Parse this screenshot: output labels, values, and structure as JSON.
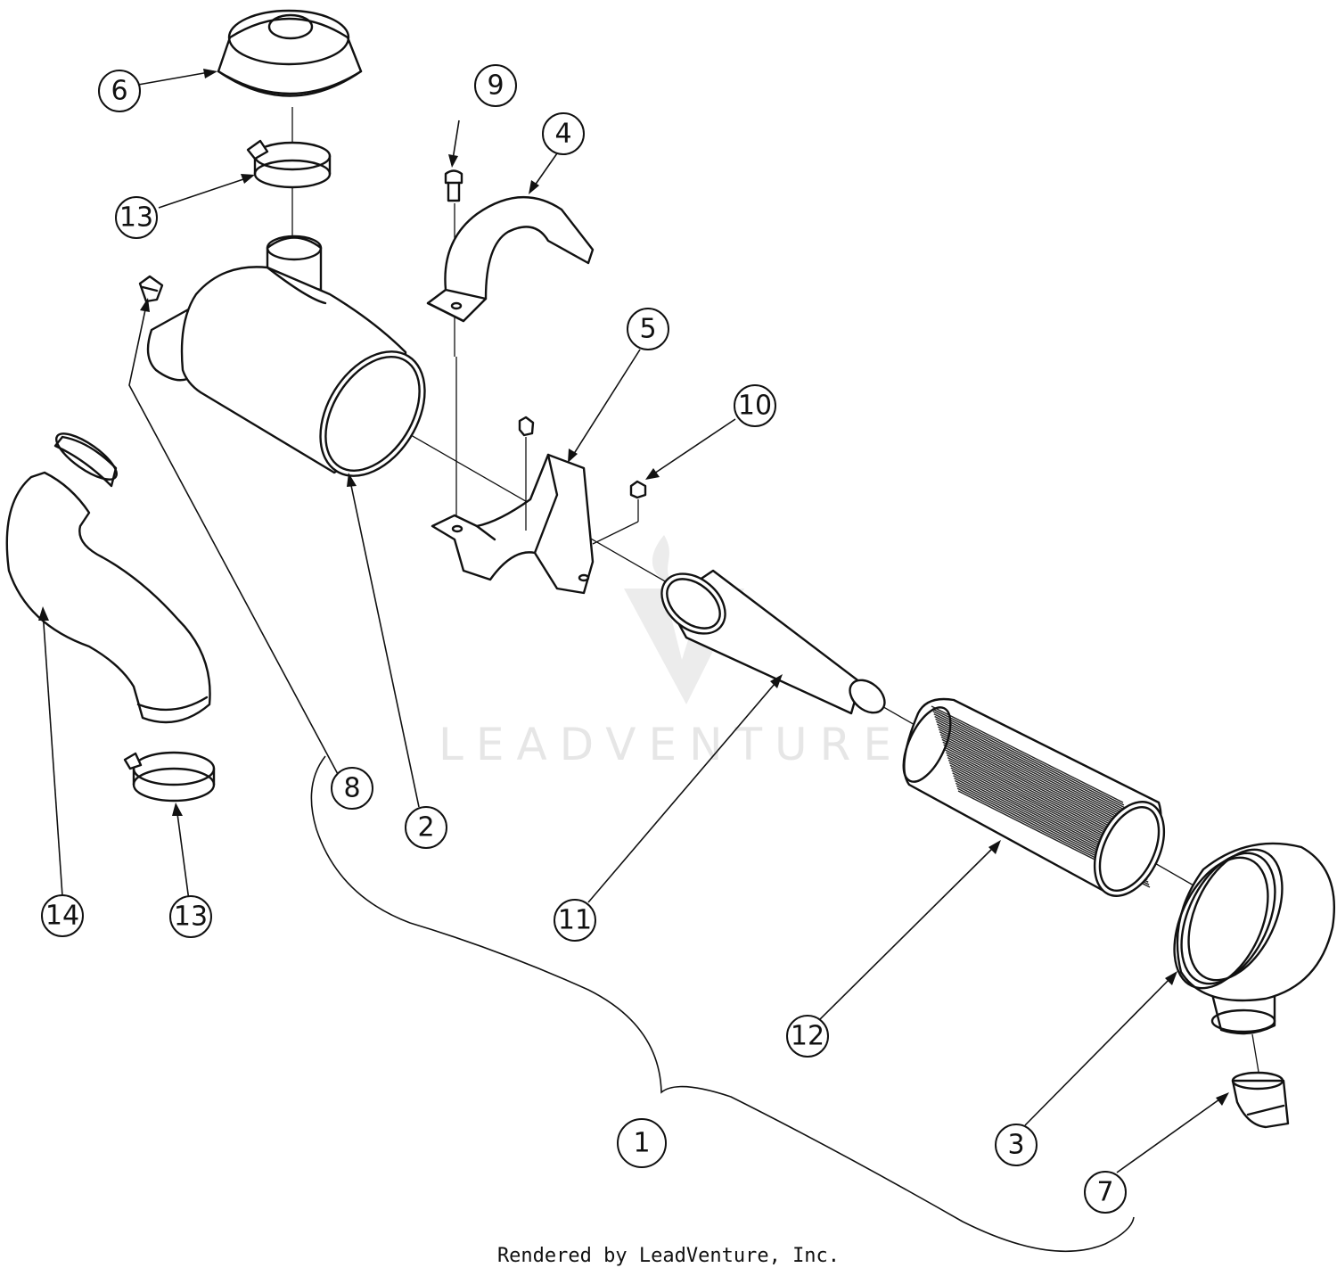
{
  "diagram": {
    "watermark": "LEADVENTURE",
    "credit": "Rendered by LeadVenture, Inc.",
    "callouts": [
      {
        "id": "callout-1",
        "label": "1"
      },
      {
        "id": "callout-2",
        "label": "2"
      },
      {
        "id": "callout-3",
        "label": "3"
      },
      {
        "id": "callout-4",
        "label": "4"
      },
      {
        "id": "callout-5",
        "label": "5"
      },
      {
        "id": "callout-6",
        "label": "6"
      },
      {
        "id": "callout-7",
        "label": "7"
      },
      {
        "id": "callout-8",
        "label": "8"
      },
      {
        "id": "callout-9",
        "label": "9"
      },
      {
        "id": "callout-10",
        "label": "10"
      },
      {
        "id": "callout-11",
        "label": "11"
      },
      {
        "id": "callout-12",
        "label": "12"
      },
      {
        "id": "callout-13a",
        "label": "13"
      },
      {
        "id": "callout-13b",
        "label": "13"
      },
      {
        "id": "callout-14",
        "label": "14"
      }
    ]
  }
}
